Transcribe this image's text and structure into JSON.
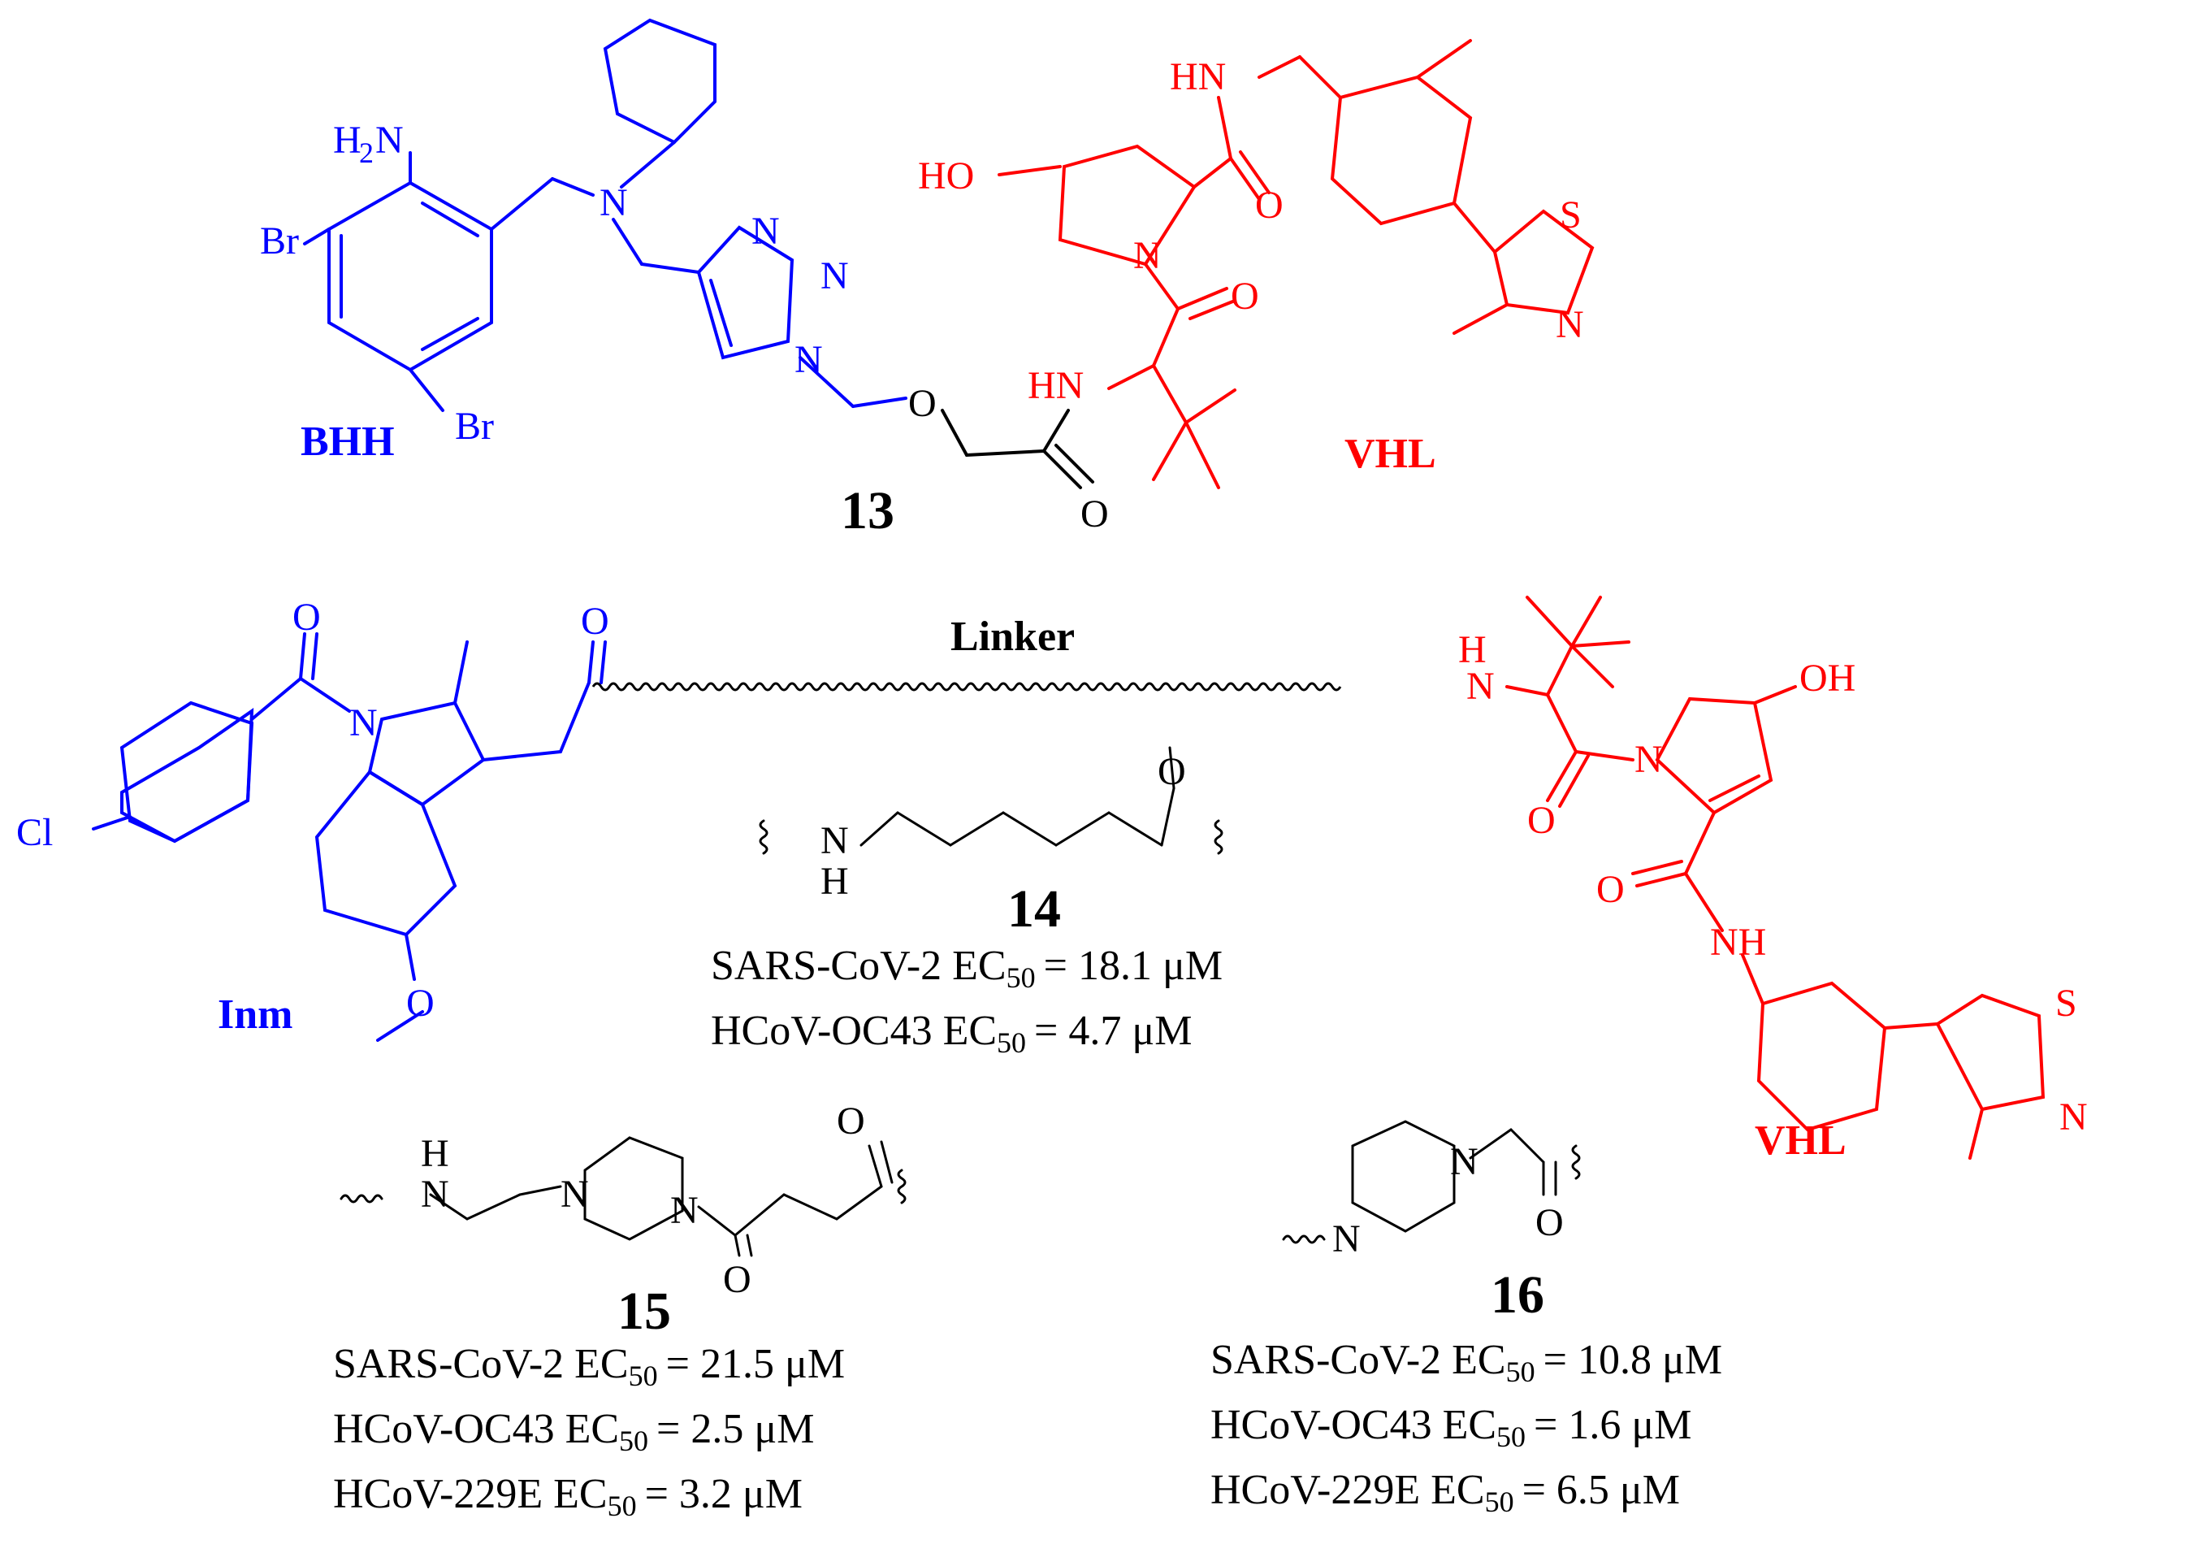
{
  "colors": {
    "warhead": "#0000ff",
    "e3_ligand": "#ff0000",
    "linker": "#000000"
  },
  "top": {
    "warhead_label": "BHH",
    "e3_label": "VHL",
    "compound_number": "13",
    "atoms": {
      "nh2": "H",
      "nh2_sub": "2",
      "nh2_n": "N",
      "br1": "Br",
      "br2": "Br",
      "amine_n": "N",
      "tri_n1": "N",
      "tri_n2": "N",
      "tri_n3": "N",
      "ether_o": "O",
      "amide_o": "O",
      "amide_nh": "HN",
      "ho": "HO",
      "pro_n": "N",
      "pro_o": "O",
      "top_nh": "HN",
      "top_o": "O",
      "thz_s": "S",
      "thz_n": "N"
    }
  },
  "bottom": {
    "warhead_label": "Inm",
    "e3_label": "VHL",
    "linker_label": "Linker",
    "atoms": {
      "cl": "Cl",
      "co_o": "O",
      "ind_n": "N",
      "ome_o": "O",
      "ket_o": "O",
      "vhl_h": "H",
      "vhl_n": "N",
      "oh": "OH",
      "pyr_n": "N",
      "am_o": "O",
      "am2_o": "O",
      "am2_nh": "NH",
      "thz_s": "S",
      "thz_n": "N"
    }
  },
  "linkers": [
    {
      "number": "14",
      "atoms": {
        "nh_n": "N",
        "nh_h": "H",
        "co_o": "O"
      },
      "ec50": [
        {
          "virus": "SARS-CoV-2",
          "label": "EC",
          "sub": "50",
          "value": "= 18.1 μM"
        },
        {
          "virus": "HCoV-OC43",
          "label": "EC",
          "sub": "50",
          "value": "= 4.7 μM"
        }
      ]
    },
    {
      "number": "15",
      "atoms": {
        "nh_h": "H",
        "nh_n": "N",
        "pip_n1": "N",
        "pip_n2": "N",
        "o1": "O",
        "o2": "O"
      },
      "ec50": [
        {
          "virus": "SARS-CoV-2",
          "label": "EC",
          "sub": "50",
          "value": "= 21.5 μM"
        },
        {
          "virus": "HCoV-OC43",
          "label": "EC",
          "sub": "50",
          "value": "= 2.5 μM"
        },
        {
          "virus": "HCoV-229E",
          "label": "EC",
          "sub": "50",
          "value": "= 3.2 μM"
        }
      ]
    },
    {
      "number": "16",
      "atoms": {
        "pip_n1": "N",
        "pip_n2": "N",
        "co_o": "O"
      },
      "ec50": [
        {
          "virus": "SARS-CoV-2",
          "label": "EC",
          "sub": "50",
          "value": "= 10.8 μM"
        },
        {
          "virus": "HCoV-OC43",
          "label": "EC",
          "sub": "50",
          "value": "= 1.6 μM"
        },
        {
          "virus": "HCoV-229E",
          "label": "EC",
          "sub": "50",
          "value": "= 6.5 μM"
        }
      ]
    }
  ]
}
